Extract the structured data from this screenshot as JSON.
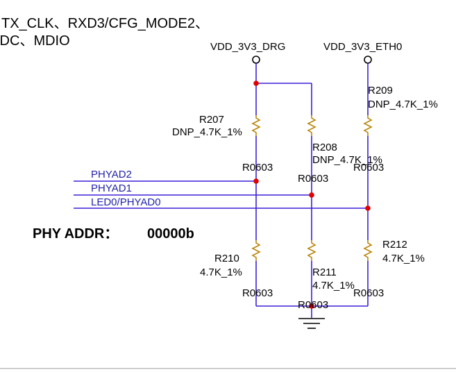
{
  "header": {
    "line1": "TX_CLK、RXD3/CFG_MODE2、",
    "line2": "IDC、MDIO"
  },
  "power": {
    "drg": "VDD_3V3_DRG",
    "eth": "VDD_3V3_ETH0"
  },
  "nets": {
    "phyad2": "PHYAD2",
    "phyad1": "PHYAD1",
    "led0": "LED0/PHYAD0"
  },
  "phy_addr": {
    "label": "PHY ADDR：",
    "value": "00000b"
  },
  "resistors": {
    "r207": {
      "ref": "R207",
      "value": "DNP_4.7K_1%",
      "pkg": "R0603"
    },
    "r208": {
      "ref": "R208",
      "value": "DNP_4.7K_1%",
      "pkg": "R0603"
    },
    "r209": {
      "ref": "R209",
      "value": "DNP_4.7K_1%",
      "pkg": "R0603"
    },
    "r210": {
      "ref": "R210",
      "value": "4.7K_1%",
      "pkg": "R0603"
    },
    "r211": {
      "ref": "R211",
      "value": "4.7K_1%",
      "pkg": "R0603"
    },
    "r212": {
      "ref": "R212",
      "value": "4.7K_1%",
      "pkg": "R0603"
    }
  },
  "colors": {
    "wire": "#3a1fd6",
    "resistor": "#b8860b",
    "junction": "#e00000",
    "net_label": "#2222aa"
  }
}
